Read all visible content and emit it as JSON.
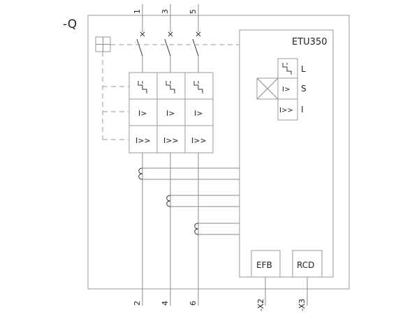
{
  "device": {
    "designation": "-Q",
    "trip_unit": "ETU350"
  },
  "terminals": {
    "top": [
      "1",
      "3",
      "5"
    ],
    "bottom": [
      "2",
      "4",
      "6"
    ],
    "aux": [
      "-X2",
      "-X3"
    ]
  },
  "release_labels": {
    "overload": "I>",
    "short_circuit": "I>>"
  },
  "etu_protections": [
    {
      "symbol": "L"
    },
    {
      "symbol": "S",
      "label": "I>"
    },
    {
      "symbol": "I",
      "label": "I>>"
    }
  ],
  "modules": {
    "efb": "EFB",
    "rcd": "RCD"
  }
}
